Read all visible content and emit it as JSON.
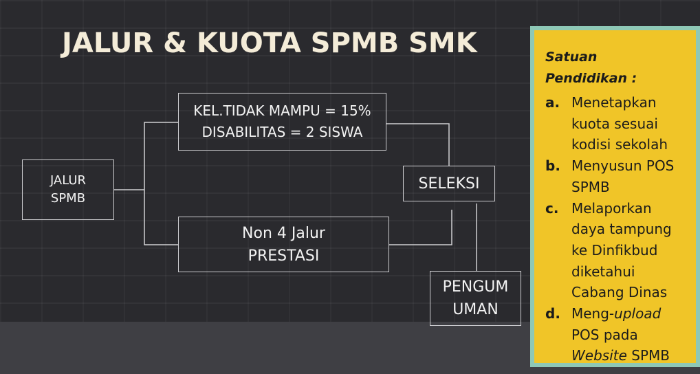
{
  "title": "JALUR & KUOTA SPMB SMK",
  "nodes": {
    "jalur": [
      "JALUR",
      "SPMB"
    ],
    "kel_tidak_mampu": [
      "KEL.TIDAK MAMPU = 15%",
      "DISABILITAS = 2 SISWA"
    ],
    "non_jalur": [
      "Non 4 Jalur",
      "PRESTASI"
    ],
    "seleksi": "SELEKSI",
    "pengumuman": [
      "PENGUM",
      "UMAN"
    ]
  },
  "panel": {
    "heading": [
      "Satuan",
      "Pendidikan :"
    ],
    "items": [
      {
        "marker": "a.",
        "lines": [
          "Menetapkan",
          "kuota sesuai",
          "kodisi sekolah"
        ]
      },
      {
        "marker": "b.",
        "lines": [
          "Menyusun POS",
          "SPMB"
        ]
      },
      {
        "marker": "c.",
        "lines": [
          "Melaporkan",
          "daya tampung",
          "ke Dinfikbud",
          "diketahui",
          "Cabang Dinas"
        ]
      },
      {
        "marker": "d.",
        "line1_prefix": "Meng-",
        "line1_em": "upload",
        "line2": "POS pada",
        "line3_em": "Website",
        "line3_suffix": " SPMB"
      }
    ]
  },
  "colors": {
    "title": "#f4ecd8",
    "panel_bg": "#f0c528",
    "panel_border": "#8ec8b6",
    "line": "#cfcfd2"
  }
}
